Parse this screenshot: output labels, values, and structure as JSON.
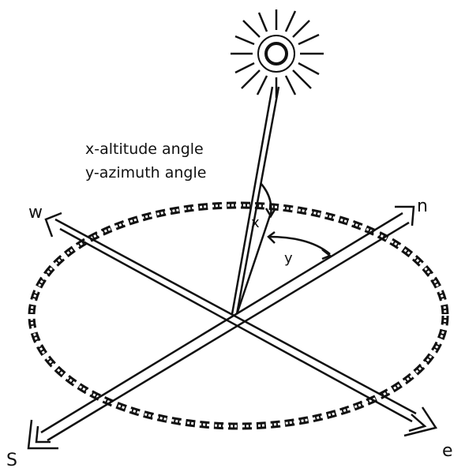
{
  "legend": {
    "line1": "x-altitude angle",
    "line2": "y-azimuth angle"
  },
  "compass": {
    "west": "w",
    "north": "n",
    "south": "S",
    "east": "e"
  },
  "angles": {
    "altitude": "x",
    "azimuth": "y"
  },
  "colors": {
    "ink": "#111111",
    "background": "#ffffff"
  },
  "icons": {
    "sun": "sun-icon"
  }
}
